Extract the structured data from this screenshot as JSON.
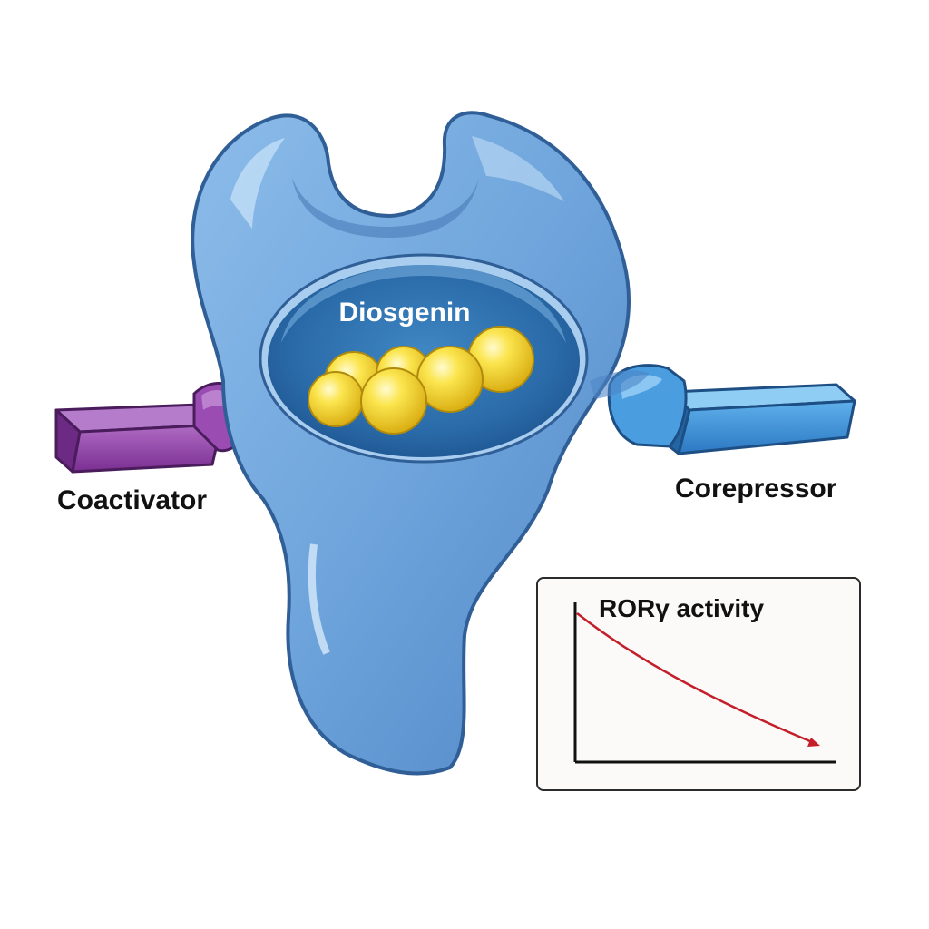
{
  "ligand": {
    "label": "Diosgenin",
    "color": "#f2d43a"
  },
  "receptor": {
    "color": "#6ea3db",
    "outline": "#2f5f96"
  },
  "coactivator": {
    "label": "Coactivator",
    "color": "#8a3ea0"
  },
  "corepressor": {
    "label": "Corepressor",
    "color": "#3d8fd6"
  },
  "inset_plot": {
    "title": "RORγ activity",
    "trend": "decreasing",
    "line_color": "#c41e2a"
  }
}
